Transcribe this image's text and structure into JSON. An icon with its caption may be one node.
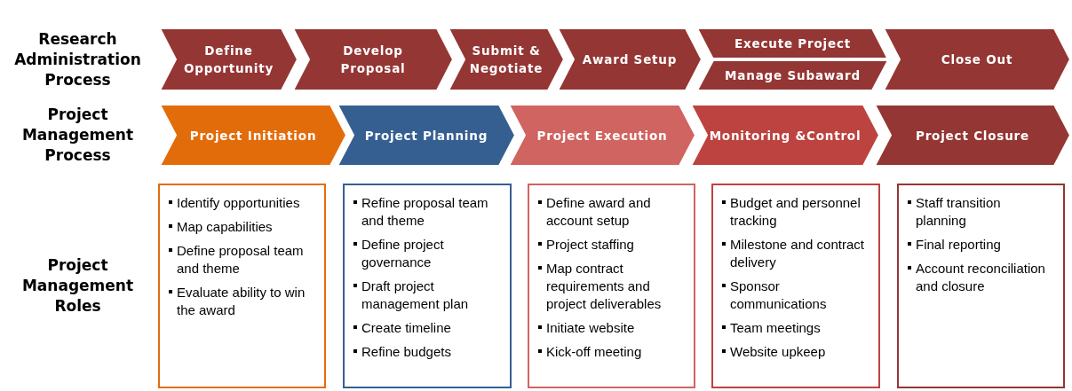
{
  "diagram": {
    "nodes": [
      {
        "text": [
          "Define Opportunity"
        ]
      },
      {
        "text": [
          "Develop Proposal"
        ]
      },
      {
        "text": [
          "Submit & Negotiate"
        ]
      },
      {
        "text": [
          "Award Setup"
        ]
      },
      {
        "text": [
          "Execute Project"
        ]
      },
      {
        "text": [
          "Manage Subaward"
        ]
      },
      {
        "text": [
          "Close Out"
        ]
      },
      {
        "text": [
          "Project Initiation"
        ]
      },
      {
        "text": [
          "Project Planning"
        ]
      },
      {
        "text": [
          "Project Execution"
        ]
      },
      {
        "text": [
          "Monitoring &Control"
        ]
      },
      {
        "text": [
          "Project Closure"
        ]
      },
      {
        "text": [
          "Identify opportunities",
          "Map capabilities",
          "Define proposal team and theme",
          "Evaluate ability to win the award"
        ]
      },
      {
        "text": [
          "Refine proposal team and theme",
          "Define project governance",
          "Draft project management plan",
          "Create timeline",
          "Refine budgets"
        ]
      },
      {
        "text": [
          "Define award and account setup",
          "Project staffing",
          "Map contract requirements and project deliverables",
          "Initiate website",
          "Kick-off meeting"
        ]
      },
      {
        "text": [
          "Budget and personnel tracking",
          "Milestone and contract delivery",
          "Sponsor communications",
          "Team meetings",
          "Website upkeep"
        ]
      },
      {
        "text": [
          "Staff transition planning",
          "Final reporting",
          "Account reconciliation and closure"
        ]
      }
    ],
    "edges": [],
    "labels": [
      "Research Administration Process",
      "Project Management Process",
      "Project Management Roles"
    ]
  }
}
